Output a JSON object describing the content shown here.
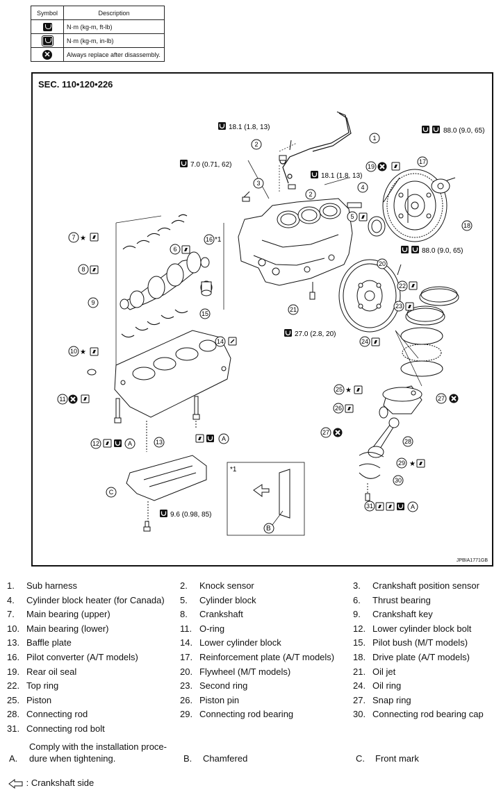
{
  "symbol_table": {
    "header": {
      "symbol": "Symbol",
      "description": "Description"
    },
    "rows": [
      {
        "icon": "torque-wrench-ft-lb-icon",
        "description": "N·m (kg-m, ft-lb)"
      },
      {
        "icon": "torque-wrench-in-lb-icon",
        "description": "N·m (kg-m, in-lb)"
      },
      {
        "icon": "always-replace-icon",
        "description": "Always replace after disassembly."
      }
    ]
  },
  "diagram": {
    "section": "SEC. 110•120•226",
    "figure_id": "JPBIA1771GB",
    "torques": {
      "t1": "18.1 (1.8, 13)",
      "t2": "7.0 (0.71, 62)",
      "t3": "18.1 (1.8, 13)",
      "t4": "88.0 (9.0, 65)",
      "t5": "88.0 (9.0, 65)",
      "t6": "27.0 (2.8, 20)",
      "t7": "9.6 (0.98, 85)"
    },
    "callouts": [
      "1",
      "2",
      "2",
      "3",
      "4",
      "5",
      "6",
      "7",
      "8",
      "9",
      "10",
      "11",
      "12",
      "13",
      "14",
      "15",
      "16",
      "17",
      "18",
      "19",
      "20",
      "21",
      "22",
      "23",
      "24",
      "25",
      "26",
      "27",
      "27",
      "28",
      "29",
      "30",
      "31"
    ],
    "letters": {
      "a": "A",
      "b": "B",
      "c": "C"
    },
    "star": "★",
    "inset_mark": "*1",
    "pilot_mark": "*1"
  },
  "legend": [
    [
      "1.",
      "Sub harness",
      "2.",
      "Knock sensor",
      "3.",
      "Crankshaft position sensor"
    ],
    [
      "4.",
      "Cylinder block heater (for Canada)",
      "5.",
      "Cylinder block",
      "6.",
      "Thrust bearing"
    ],
    [
      "7.",
      "Main bearing (upper)",
      "8.",
      "Crankshaft",
      "9.",
      "Crankshaft key"
    ],
    [
      "10.",
      "Main bearing (lower)",
      "11.",
      "O-ring",
      "12.",
      "Lower cylinder block bolt"
    ],
    [
      "13.",
      "Baffle plate",
      "14.",
      "Lower cylinder block",
      "15.",
      "Pilot bush (M/T models)"
    ],
    [
      "16.",
      "Pilot converter (A/T models)",
      "17.",
      "Reinforcement plate (A/T models)",
      "18.",
      "Drive plate (A/T models)"
    ],
    [
      "19.",
      "Rear oil seal",
      "20.",
      "Flywheel (M/T models)",
      "21.",
      "Oil jet"
    ],
    [
      "22.",
      "Top ring",
      "23.",
      "Second ring",
      "24.",
      "Oil ring"
    ],
    [
      "25.",
      "Piston",
      "26.",
      "Piston pin",
      "27.",
      "Snap ring"
    ],
    [
      "28.",
      "Connecting rod",
      "29.",
      "Connecting rod bearing",
      "30.",
      "Connecting rod bearing cap"
    ],
    [
      "31.",
      "Connecting rod bolt",
      "",
      "",
      "",
      ""
    ]
  ],
  "notes": {
    "a_letter": "A.",
    "a_line1": "Comply with the installation proce-",
    "a_line2": "dure when tightening.",
    "b_letter": "B.",
    "b_text": "Chamfered",
    "c_letter": "C.",
    "c_text": "Front mark",
    "arrow_text": ": Crankshaft side"
  }
}
